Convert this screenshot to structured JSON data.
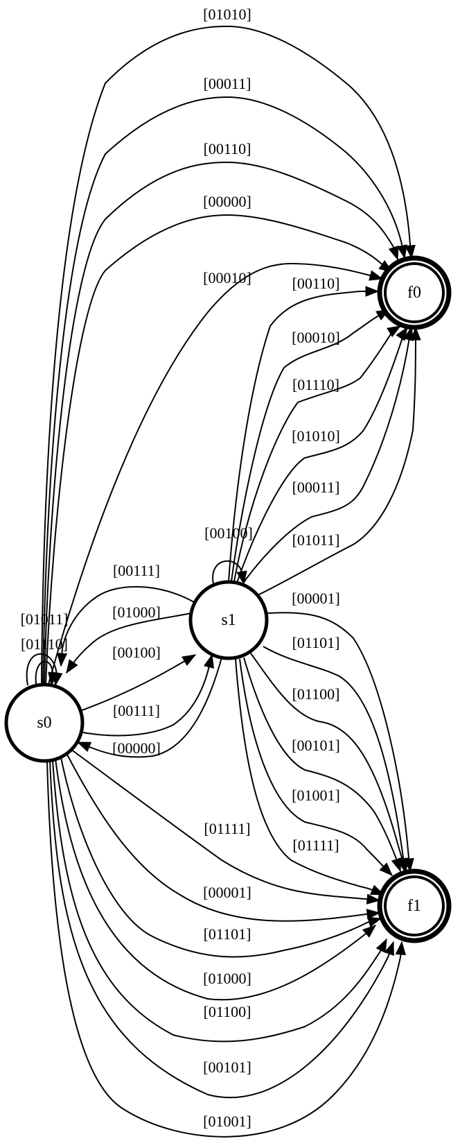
{
  "diagram": {
    "type": "state-machine",
    "colors": {
      "stroke": "#000000",
      "background": "#ffffff"
    },
    "nodes": [
      {
        "id": "s0",
        "label": "s0",
        "kind": "state"
      },
      {
        "id": "s1",
        "label": "s1",
        "kind": "state"
      },
      {
        "id": "f0",
        "label": "f0",
        "kind": "accepting"
      },
      {
        "id": "f1",
        "label": "f1",
        "kind": "accepting"
      }
    ],
    "edges": [
      {
        "from": "s0",
        "to": "f0",
        "label": "[01010]"
      },
      {
        "from": "s0",
        "to": "f0",
        "label": "[00011]"
      },
      {
        "from": "s0",
        "to": "f0",
        "label": "[00110]"
      },
      {
        "from": "s0",
        "to": "f0",
        "label": "[00000]"
      },
      {
        "from": "s0",
        "to": "f0",
        "label": "[00010]"
      },
      {
        "from": "s1",
        "to": "f0",
        "label": "[00110]"
      },
      {
        "from": "s1",
        "to": "f0",
        "label": "[00010]"
      },
      {
        "from": "s1",
        "to": "f0",
        "label": "[01110]"
      },
      {
        "from": "s1",
        "to": "f0",
        "label": "[01010]"
      },
      {
        "from": "s1",
        "to": "f0",
        "label": "[00011]"
      },
      {
        "from": "s1",
        "to": "f0",
        "label": "[01011]"
      },
      {
        "from": "s1",
        "to": "s1",
        "label": "[00100]"
      },
      {
        "from": "s1",
        "to": "s0",
        "label": "[00111]"
      },
      {
        "from": "s1",
        "to": "s0",
        "label": "[01000]"
      },
      {
        "from": "s0",
        "to": "s1",
        "label": "[00100]"
      },
      {
        "from": "s0",
        "to": "s1",
        "label": "[00111]"
      },
      {
        "from": "s1",
        "to": "s0",
        "label": "[00000]"
      },
      {
        "from": "s0",
        "to": "s0",
        "label": "[01011]"
      },
      {
        "from": "s0",
        "to": "s0",
        "label": "[01110]"
      },
      {
        "from": "s1",
        "to": "f1",
        "label": "[00001]"
      },
      {
        "from": "s1",
        "to": "f1",
        "label": "[01101]"
      },
      {
        "from": "s1",
        "to": "f1",
        "label": "[01100]"
      },
      {
        "from": "s1",
        "to": "f1",
        "label": "[00101]"
      },
      {
        "from": "s1",
        "to": "f1",
        "label": "[01001]"
      },
      {
        "from": "s1",
        "to": "f1",
        "label": "[01111]"
      },
      {
        "from": "s0",
        "to": "f1",
        "label": "[01111]"
      },
      {
        "from": "s0",
        "to": "f1",
        "label": "[00001]"
      },
      {
        "from": "s0",
        "to": "f1",
        "label": "[01101]"
      },
      {
        "from": "s0",
        "to": "f1",
        "label": "[01000]"
      },
      {
        "from": "s0",
        "to": "f1",
        "label": "[01100]"
      },
      {
        "from": "s0",
        "to": "f1",
        "label": "[00101]"
      },
      {
        "from": "s0",
        "to": "f1",
        "label": "[01001]"
      }
    ]
  }
}
